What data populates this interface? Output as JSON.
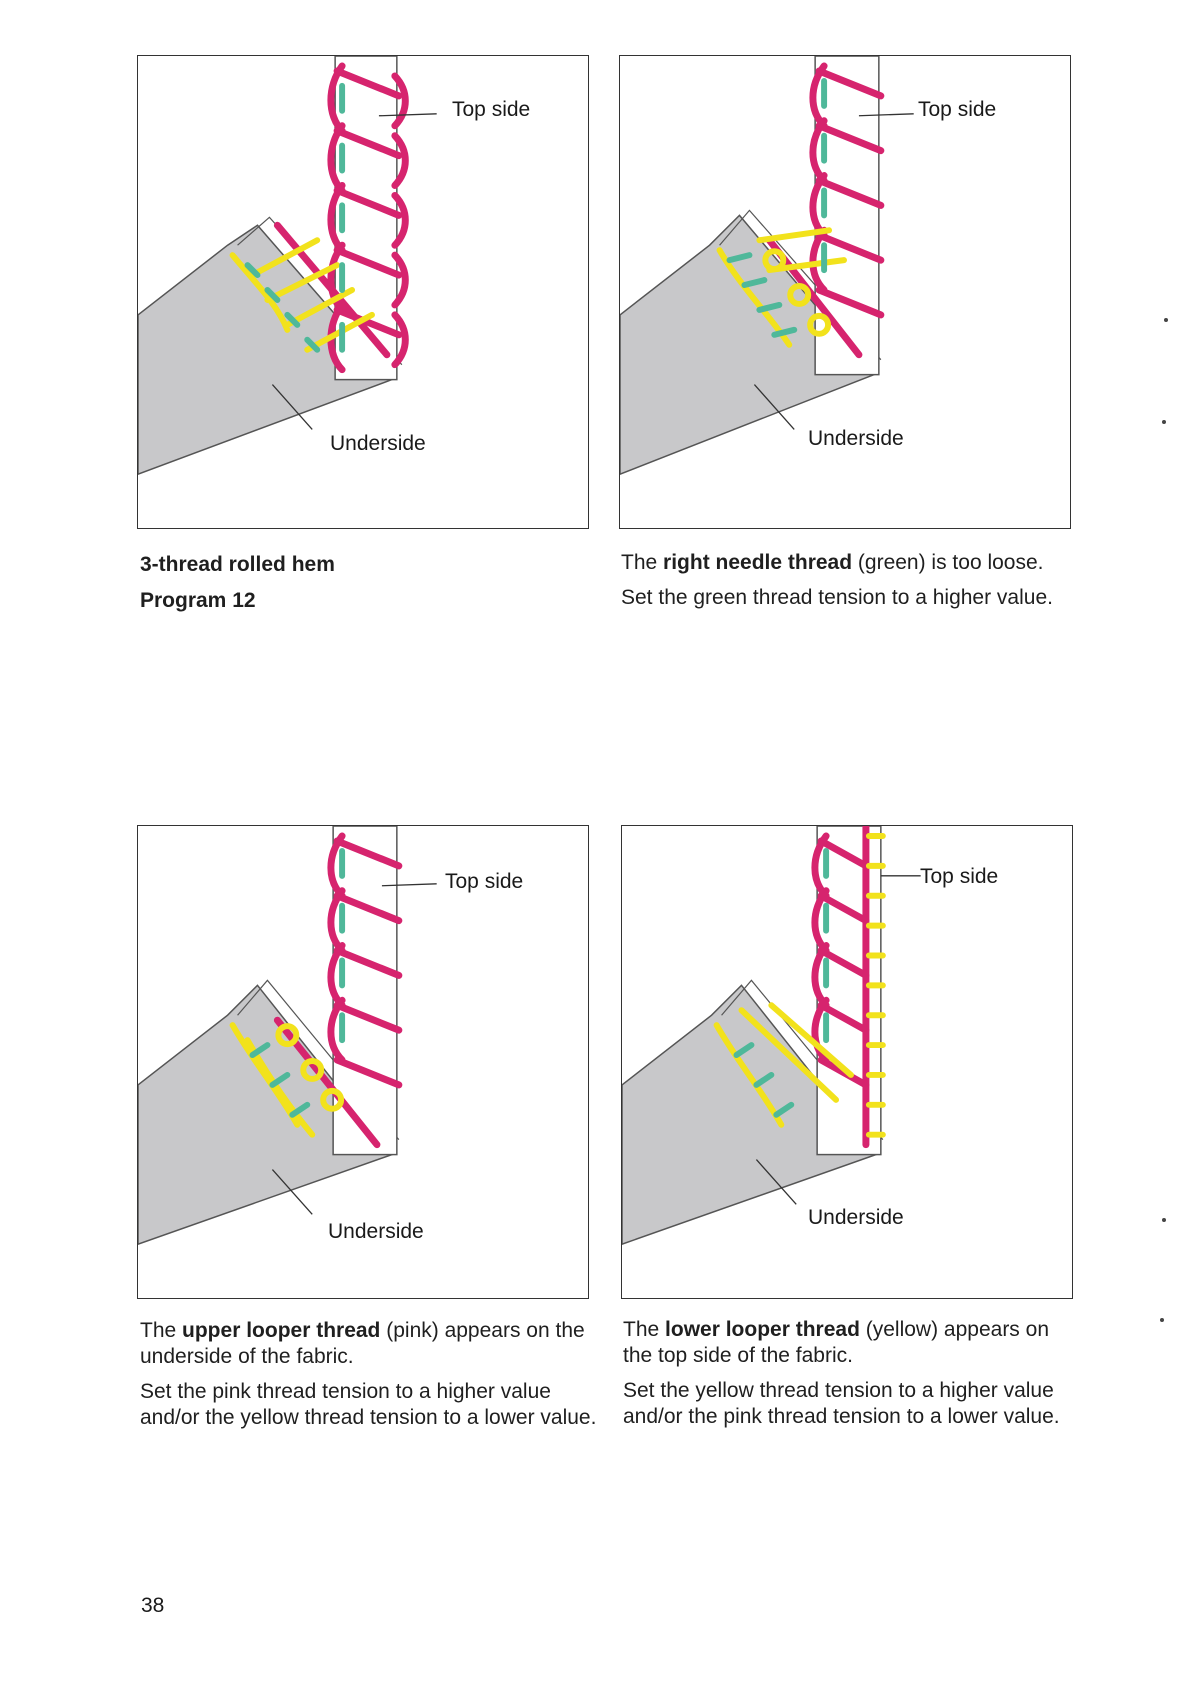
{
  "labels": {
    "top_side": "Top side",
    "underside": "Underside"
  },
  "colors": {
    "needle_green": "#4fb89a",
    "upper_looper_pink": "#d6246e",
    "lower_looper_yellow": "#f2e21c",
    "fabric_gray": "#c8c8ca"
  },
  "captions": {
    "intro": {
      "title": "3-thread rolled hem",
      "program": "Program 12"
    },
    "green": {
      "s1_pre": "The ",
      "s1_bold": "right needle thread",
      "s1_post": " (green) is too loose.",
      "s2": "Set the green thread tension to a higher value."
    },
    "pink": {
      "s1_pre": "The ",
      "s1_bold": "upper looper thread",
      "s1_post": " (pink) appears on the underside of the fabric.",
      "s2": "Set the pink thread tension to a higher value and/or the yellow thread tension to a lower value."
    },
    "yellow": {
      "s1_pre": "The ",
      "s1_bold": "lower looper thread",
      "s1_post": " (yellow) appears on the top side of the fabric.",
      "s2": "Set the yellow thread tension to a higher value and/or the pink thread tension to a lower value."
    }
  },
  "page_number": "38"
}
